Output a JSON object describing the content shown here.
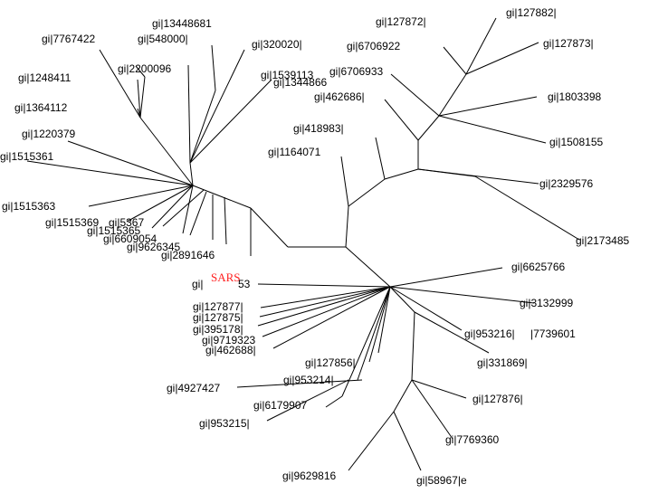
{
  "labels": [
    "gi|7767422",
    "gi|548000|",
    "gi|13448681",
    "gi|2200096",
    "gi|320020|",
    "gi|1539113",
    "gi|1344866",
    "gi|1248411",
    "gi|1364112",
    "gi|1220379",
    "gi|1515361",
    "gi|1515363",
    "gi|1515369",
    "gi|5367",
    "gi|1515365",
    "gi|6609054",
    "gi|9626345",
    "gi|2891646",
    "SARS",
    "gi|",
    "53",
    "gi|127877|",
    "gi|127875|",
    "gi|395178|",
    "gi|9719323",
    "gi|462688|",
    "gi|4927427",
    "gi|127856|",
    "gi|953214|",
    "gi|6179907",
    "gi|953215|",
    "gi|9629816",
    "gi|58967|e",
    "gi|7769360",
    "gi|127876|",
    "gi|331869|",
    "gi|953216|",
    "|7739601",
    "gi|3132999",
    "gi|6625766",
    "gi|2173485",
    "gi|2329576",
    "gi|1164071",
    "gi|418983|",
    "gi|462686|",
    "gi|6706933",
    "gi|6706922",
    "gi|127872|",
    "gi|127882|",
    "gi|127873|",
    "gi|1803398",
    "gi|1508155"
  ]
}
